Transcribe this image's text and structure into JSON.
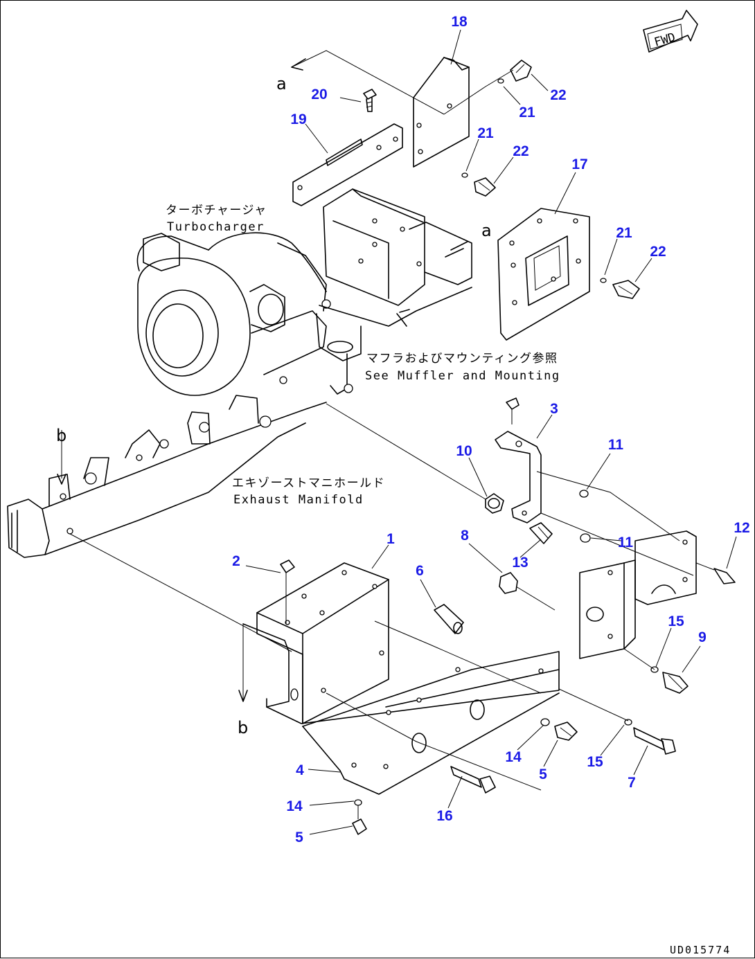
{
  "labels": {
    "turbo_jp": "ターボチャージャ",
    "turbo_en": "Turbocharger",
    "muffler_jp": "マフラおよびマウンティング参照",
    "muffler_en": "See Muffler and Mounting",
    "manifold_jp": "エキゾーストマニホールド",
    "manifold_en": "Exhaust Manifold",
    "fwd": "FWD",
    "drawing_no": "UD015774"
  },
  "view_markers": {
    "a_top": "a",
    "a_right": "a",
    "b_left": "b",
    "b_bottom": "b"
  },
  "callouts": [
    "18",
    "20",
    "19",
    "21",
    "22",
    "21",
    "22",
    "17",
    "21",
    "22",
    "3",
    "10",
    "11",
    "12",
    "8",
    "13",
    "11",
    "1",
    "2",
    "6",
    "15",
    "9",
    "14",
    "5",
    "15",
    "7",
    "4",
    "16",
    "14",
    "5"
  ]
}
